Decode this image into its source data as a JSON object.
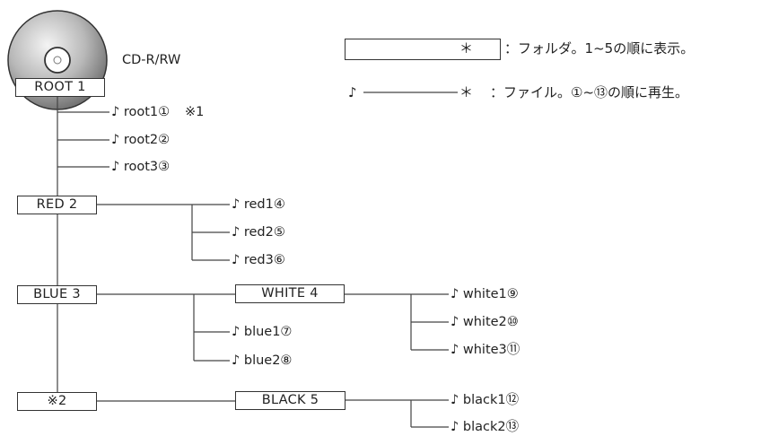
{
  "disc_label": "CD-R/RW",
  "colors": {
    "line": "#444444",
    "text": "#222222"
  },
  "folders": {
    "root": "ROOT 1",
    "red": "RED 2",
    "blue": "BLUE 3",
    "white": "WHITE 4",
    "note2": "※2",
    "black": "BLACK 5"
  },
  "files": {
    "root1": "♪ root1①",
    "root2": "♪ root2②",
    "root3": "♪ root3③",
    "red1": "♪ red1④",
    "red2": "♪ red2⑤",
    "red3": "♪ red3⑥",
    "blue1": "♪ blue1⑦",
    "blue2": "♪ blue2⑧",
    "white1": "♪ white1⑨",
    "white2": "♪ white2⑩",
    "white3": "♪ white3⑪",
    "black1": "♪ black1⑫",
    "black2": "♪ black2⑬"
  },
  "note1": "※1",
  "legend": {
    "folder_marker": "＊",
    "folder_text": "：フォルダ。1~5の順に表示。",
    "file_note": "♪",
    "file_marker": "＊",
    "file_text": "：ファイル。①~⑬の順に再生。"
  }
}
